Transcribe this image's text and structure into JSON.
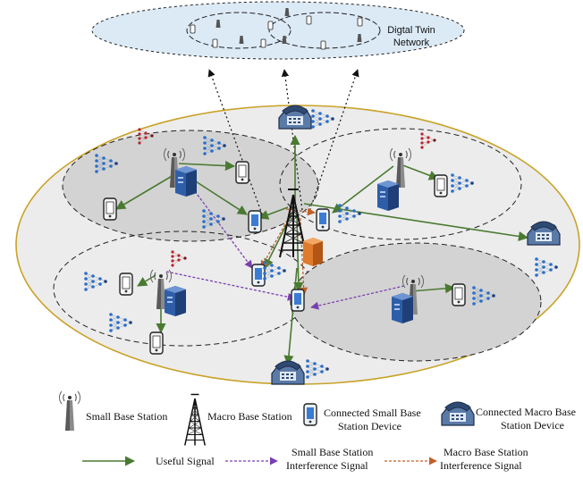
{
  "digital_twin": {
    "line1": "Digtal Twin",
    "line2": "Network"
  },
  "legend": {
    "small_bs": "Small Base Station",
    "macro_bs": "Macro Base Station",
    "conn_small_l1": "Connected Small Base",
    "conn_small_l2": "Station Device",
    "conn_macro_l1": "Connected Macro Base",
    "conn_macro_l2": "Station Device",
    "useful": "Useful Signal",
    "small_if_l1": "Small Base Station",
    "small_if_l2": "Interference Signal",
    "macro_if_l1": "Macro Base Station",
    "macro_if_l2": "Interference Signal"
  },
  "colors": {
    "useful_signal": "#4a7a32",
    "small_interference": "#7a3fb0",
    "macro_interference": "#c0602a",
    "big_cell_border": "#c9a227",
    "big_cell_fill": "#ececec",
    "small_cell_fill": "#d3d3d3",
    "digital_twin_fill": "#dceaf6",
    "server_blue": "#2f5ea8",
    "server_orange": "#e07a2c"
  }
}
